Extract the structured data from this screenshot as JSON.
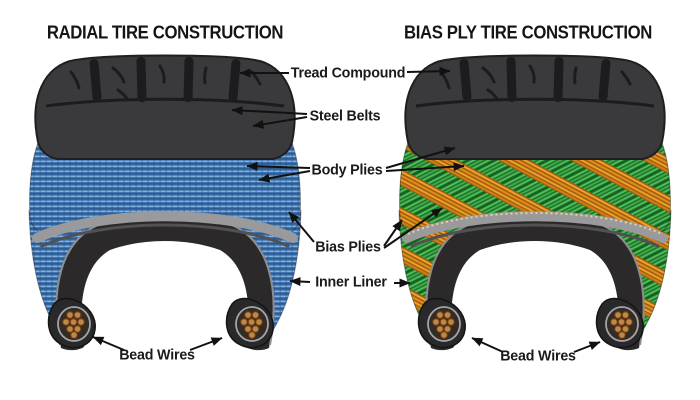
{
  "diagram": {
    "titles": {
      "left": "RADIAL TIRE CONSTRUCTION",
      "right": "BIAS PLY TIRE CONSTRUCTION"
    },
    "labels": {
      "tread_compound": "Tread Compound",
      "steel_belts": "Steel Belts",
      "body_plies": "Body Plies",
      "bias_plies": "Bias Plies",
      "inner_liner": "Inner Liner",
      "bead_wires_left": "Bead Wires",
      "bead_wires_right": "Bead Wires"
    },
    "callouts": [
      {
        "label": "Tread Compound",
        "points_to": [
          "radial-tire-tread",
          "bias-tire-tread"
        ]
      },
      {
        "label": "Steel Belts",
        "points_to": [
          "radial-tire-red-belt-1",
          "radial-tire-red-belt-2"
        ]
      },
      {
        "label": "Body Plies",
        "points_to": [
          "radial-tire-blue-plies",
          "bias-tire-ply-layers"
        ]
      },
      {
        "label": "Bias Plies",
        "points_to": [
          "radial-tire-lower-sidewall",
          "bias-tire-crisscross-plies"
        ]
      },
      {
        "label": "Inner Liner",
        "points_to": [
          "radial-tire-inner-sidewall",
          "bias-tire-inner-sidewall"
        ]
      },
      {
        "label": "Bead Wires",
        "points_to": [
          "radial-tire-bead-bundles"
        ]
      },
      {
        "label": "Bead Wires",
        "points_to": [
          "bias-tire-bead-bundles"
        ]
      }
    ],
    "colors": {
      "background": "#ffffff",
      "text": "#1a1a1a",
      "tread_rubber": "#3a393b",
      "tread_groove": "#1c1c1e",
      "steel_belt_red": "#cb2127",
      "body_ply_blue": "#3a6fae",
      "bias_ply_green": "#3fa94a",
      "bias_ply_orange": "#e08a1a",
      "inner_liner_gray": "#9a9a9c",
      "interior_dark": "#2b292a",
      "bead_wire_brown": "#c08848"
    }
  }
}
